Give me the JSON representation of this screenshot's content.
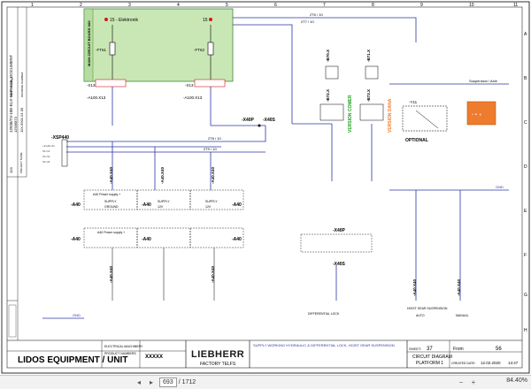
{
  "titleblock": {
    "company": "LIDOS EQUIPMENT / UNIT",
    "small1": "ELECTRICAL MACHINERY",
    "small2": "PRODUCT NUMBERS",
    "xxxxx": "XXXXX",
    "brand": "LIEBHERR",
    "subbrand": "FACTORY TELFS",
    "description": "SUPPLY WORKING HYDRAULIC & DIFFERENTIAL LOCK, HOIST GEAR SUSPENSION",
    "diagram_title1": "CIRCUIT DIAGRAM",
    "diagram_title2": "PLATFORM 1",
    "sheet_label": "SHEET:",
    "sheet_no": "37",
    "from_label": "From",
    "from_no": "56",
    "created_label": "CREATED DATE:",
    "created_date": "12.02.2020",
    "created_time": "13:47"
  },
  "sidebar": {
    "doc_name": "12936/73-10E-ELX-SERVICE_DOCUMENT",
    "doc_num": "12936873",
    "doc_num2": "11X-5901 01 00",
    "page_count": "103",
    "project_label": "PROJECT NAME:",
    "idnum_label": "IDENT. NUMBER:",
    "drawing_label": "DRAWING NUMBER:"
  },
  "board": {
    "title": "MAIN CIRCUIT BOARD X60",
    "elektronik": "15 - Elektronik",
    "num15": "15",
    "ft1": "-FT61",
    "ft2": "-FT62",
    "x1": "-X13",
    "x2": "-X13",
    "a1": "-A100.X13",
    "a2": "-A100.X13"
  },
  "labels": {
    "xsp": "-XSP440",
    "x40p": "-X40P",
    "x40s": "-X40S",
    "b70": "-B70.X",
    "b71": "-B71.X",
    "b72": "-B72.X",
    "b73": "-B73.X",
    "version_comer": "VERSION COMER",
    "version_dana": "VERSION DANA",
    "optional": "OPTIONAL",
    "y11": "-Y11",
    "suspension": "Suspension / Axle",
    "wire_2t6": "2T6 / 10",
    "wire_2t7": "2T7 / 10",
    "wire_2t8": "2T8 / 10",
    "wire_2t9": "2T9 / 10",
    "gnd": "GND",
    "a40": "-A40",
    "x40": "-A40.X40",
    "supply": "SUPPLY",
    "ground": "GROUND",
    "power": "A40 Power supply +",
    "v12": "12V",
    "diff_lock": "DIFFERENTIAL LOCK",
    "hoist": "HOIST GEAR SUSPENSION",
    "auto": "AUTO",
    "manual": "MANUAL"
  },
  "columns": [
    "1",
    "2",
    "3",
    "4",
    "5",
    "6",
    "7",
    "8",
    "9",
    "10",
    "11"
  ],
  "rows": [
    "A",
    "B",
    "C",
    "D",
    "E",
    "F",
    "G",
    "H"
  ],
  "viewer": {
    "page_current": "693",
    "page_total": "/ 1712",
    "zoom": "84.40%"
  },
  "colors": {
    "wire_blue": "#2a34a8",
    "board_fill": "#c9e7b4",
    "board_border": "#3c8a3c",
    "red": "#d11a1a",
    "orange": "#ee7b2e",
    "green_label": "#1f9e1f",
    "brand_color": "#1a1a1a"
  }
}
